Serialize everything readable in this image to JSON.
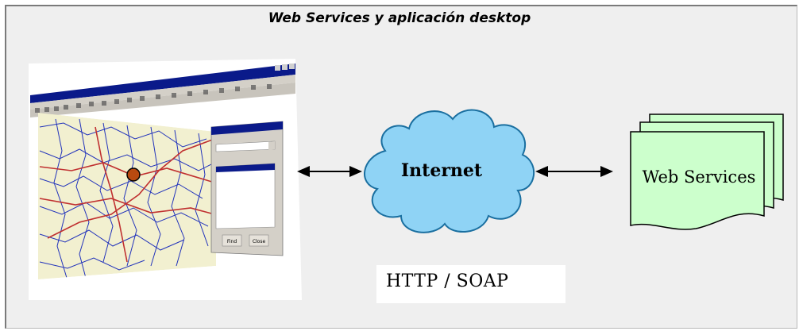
{
  "title": "Web Services y aplicación desktop",
  "nodes": {
    "desktop": {
      "panel": {
        "button_find": "Find",
        "button_close": "Close"
      }
    },
    "internet": {
      "label": "Internet"
    },
    "web_services": {
      "label": "Web Services"
    }
  },
  "protocol_label": "HTTP / SOAP",
  "colors": {
    "cloud_fill": "#8fd3f5",
    "cloud_stroke": "#1a6fa0",
    "doc_fill": "#ccffcc",
    "map_bg": "#f2f0d0",
    "map_borders": "#2233bb",
    "map_roads": "#c03030",
    "marker": "#b84a10"
  }
}
